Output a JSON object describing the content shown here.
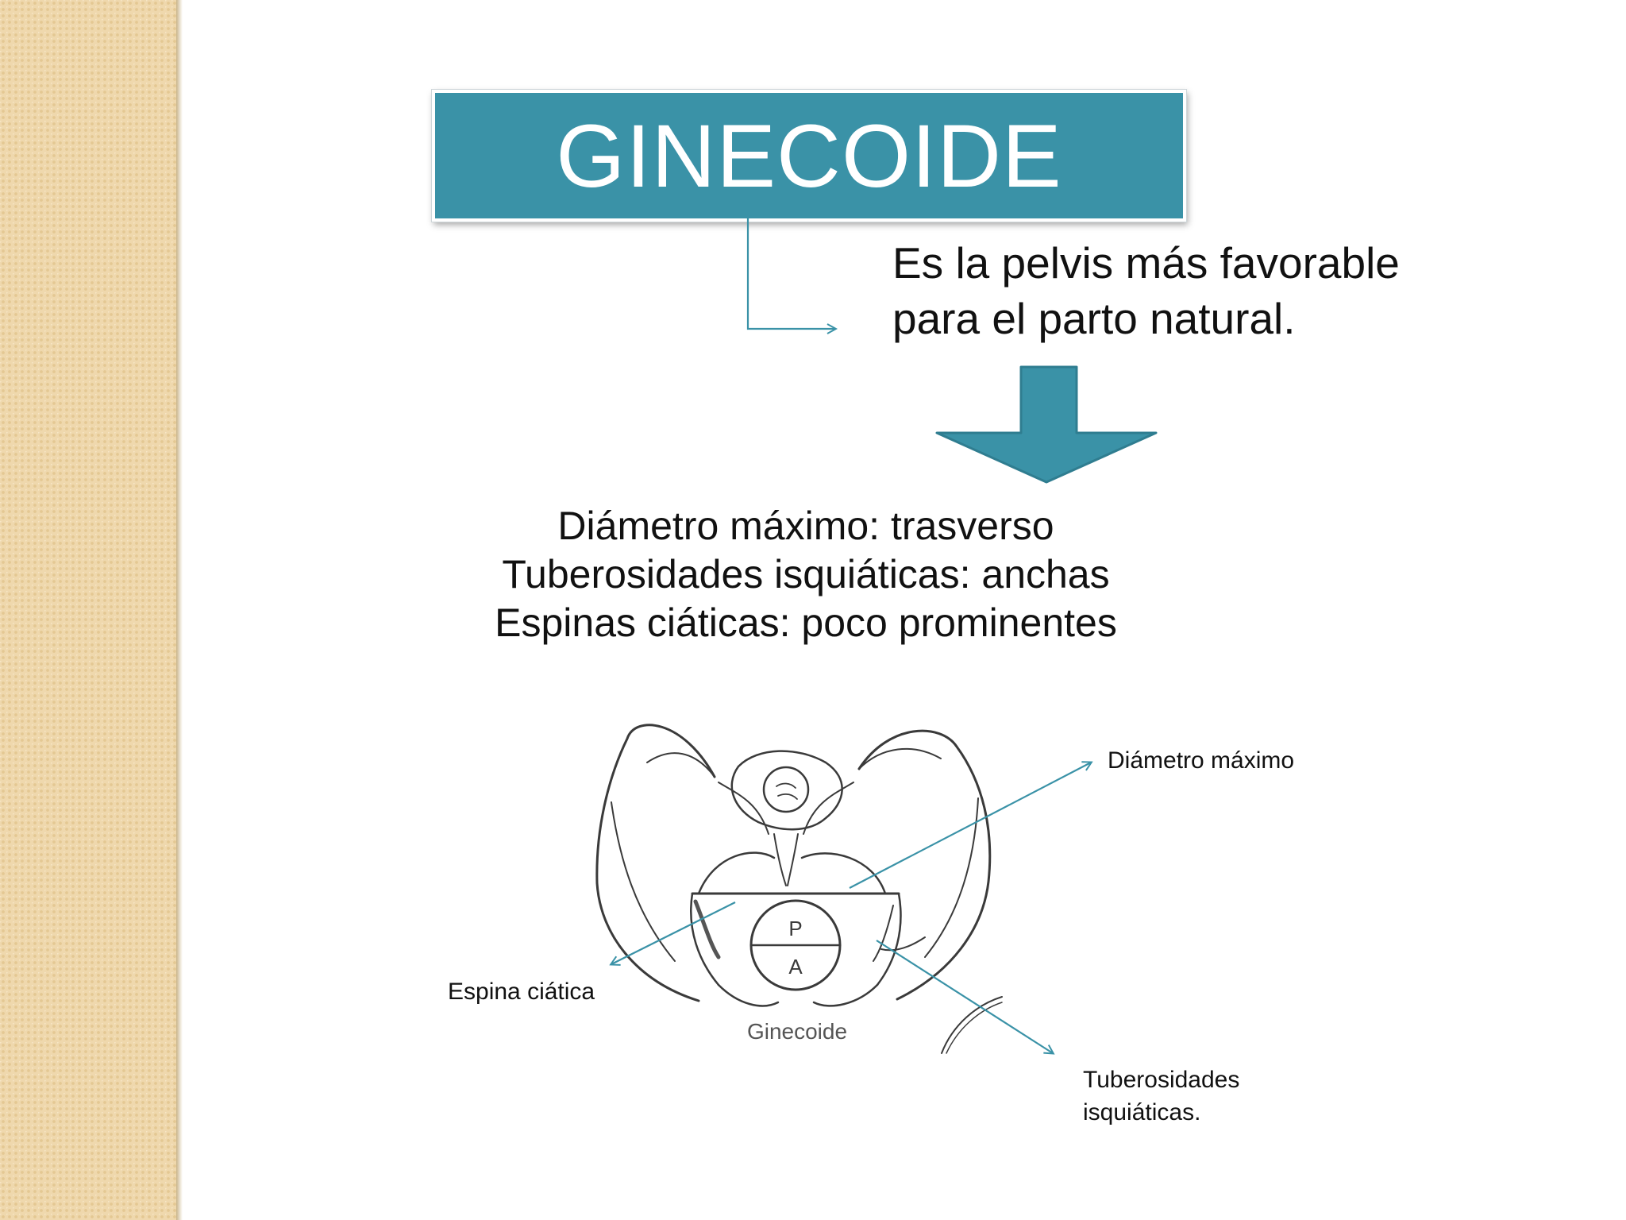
{
  "slide": {
    "title": "GINECOIDE",
    "description_lines": [
      "Es la pelvis más favorable",
      "para el parto natural."
    ],
    "features": [
      "Diámetro máximo: trasverso",
      "Tuberosidades isquiáticas: anchas",
      "Espinas ciáticas: poco prominentes"
    ]
  },
  "figure": {
    "caption": "Ginecoide",
    "letter_top": "P",
    "letter_bottom": "A"
  },
  "annotations": {
    "diametro": "Diámetro máximo",
    "espina": "Espina ciática",
    "tuberosidades_lines": [
      "Tuberosidades",
      "isquiáticas."
    ]
  },
  "colors": {
    "accent": "#3a92a7",
    "side_strip": "#efd8ad",
    "text": "#111111"
  }
}
